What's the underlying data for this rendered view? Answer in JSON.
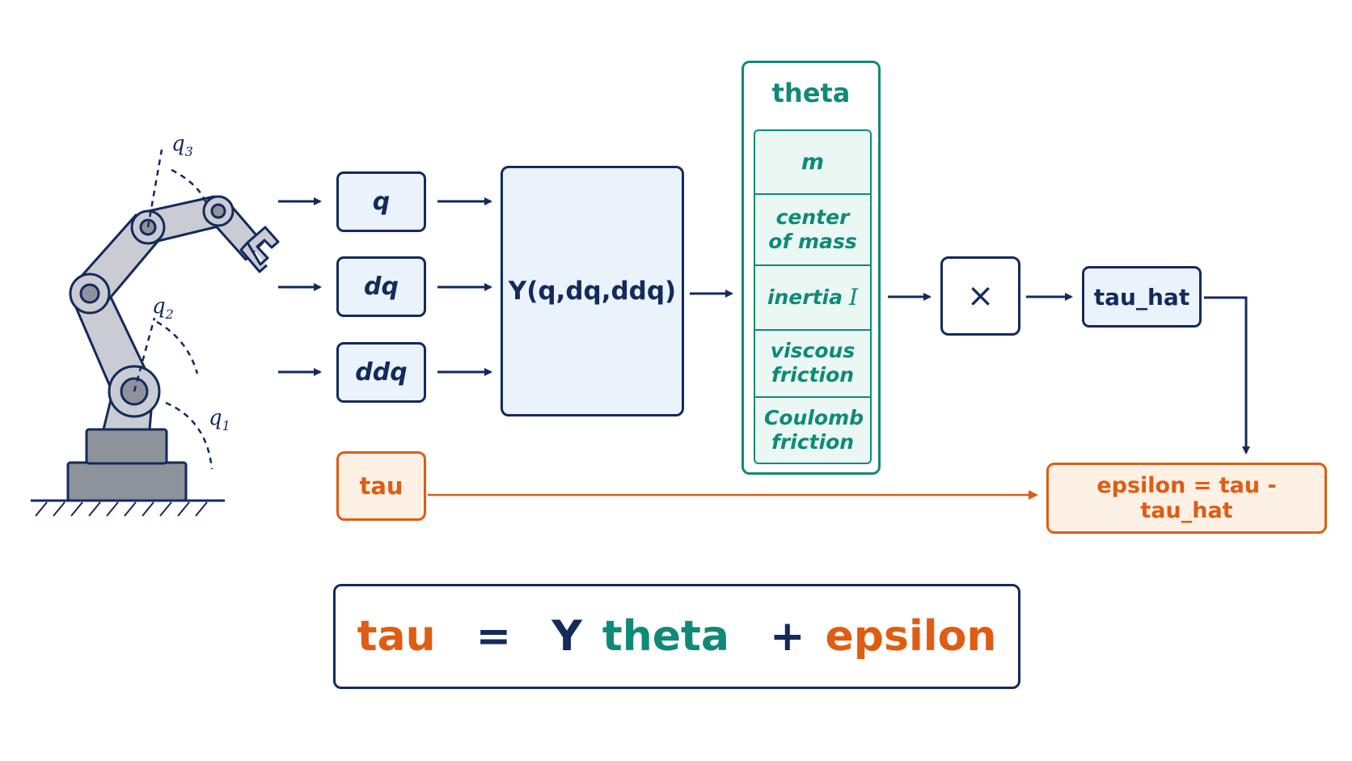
{
  "colors": {
    "navy": "#142a5c",
    "teal": "#0f8a78",
    "orange": "#de5d12",
    "box_fill_blue": "#eaf2fc",
    "box_fill_teal": "#eaf7f3",
    "box_fill_orange": "#fdf0e5",
    "robot_gray": "#c9ccd2",
    "robot_dark_gray": "#8e929b"
  },
  "robot": {
    "joints": [
      {
        "symbol": "q",
        "subscript": "1"
      },
      {
        "symbol": "q",
        "subscript": "2"
      },
      {
        "symbol": "q",
        "subscript": "3"
      }
    ]
  },
  "inputs": {
    "q": "q",
    "dq": "dq",
    "ddq": "ddq",
    "tau": "tau"
  },
  "regressor": {
    "label": "Y(q,dq,ddq)"
  },
  "theta": {
    "title": "theta",
    "params": [
      "m",
      "center of mass",
      "inertia",
      "viscous friction",
      "Coulomb friction"
    ],
    "inertia_symbol": "I"
  },
  "multiply": {
    "symbol": "×",
    "icon": "multiply-icon"
  },
  "tau_hat": {
    "label": "tau_hat"
  },
  "epsilon": {
    "label": "epsilon = tau - tau_hat"
  },
  "equation": {
    "lhs": "tau",
    "equals": "=",
    "Y": "Y",
    "theta": "theta",
    "plus": "+",
    "epsilon": "epsilon"
  }
}
